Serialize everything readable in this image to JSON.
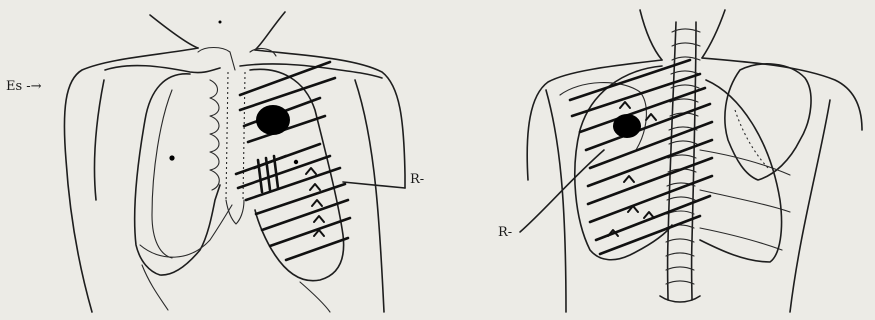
{
  "labels": {
    "front_es": "Es -→",
    "front_r": "R-",
    "back_r": "R-"
  },
  "colors": {
    "paper": "#ecebe6",
    "ink": "#1e1e1e",
    "lesion": "#000000"
  },
  "icons": {
    "arrow": "right-arrow-icon"
  }
}
